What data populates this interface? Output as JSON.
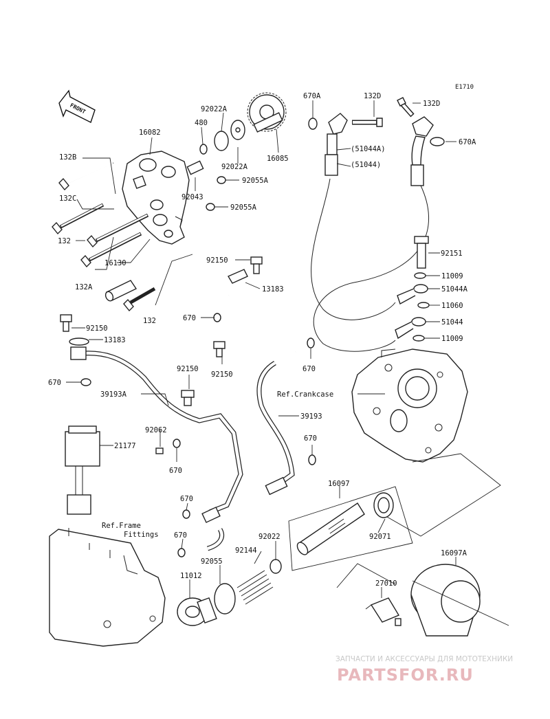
{
  "diagram_code": "E1710",
  "front_marker": "FRONT",
  "labels": {
    "p670A_top": "670A",
    "p132D_a": "132D",
    "p132D_b": "132D",
    "p670A_r": "670A",
    "p92022A_top": "92022A",
    "p16082": "16082",
    "p480": "480",
    "p92022A_b": "92022A",
    "p16085": "16085",
    "p51044A_paren": "(51044A)",
    "p51044_paren": "(51044)",
    "p132B": "132B",
    "p92043": "92043",
    "p92055A_a": "92055A",
    "p132C": "132C",
    "p92055A_b": "92055A",
    "p132": "132",
    "p92151": "92151",
    "p92150_a": "92150",
    "p16130": "16130",
    "p11009_a": "11009",
    "p13183_a": "13183",
    "p51044A": "51044A",
    "p132A": "132A",
    "p11060": "11060",
    "p132_b": "132",
    "p670_a": "670",
    "p51044": "51044",
    "p92150_b": "92150",
    "p11009_b": "11009",
    "p13183_b": "13183",
    "p670_b": "670",
    "p92150_c": "92150",
    "p670_c": "670",
    "p92150_d": "92150",
    "p39193A": "39193A",
    "p39193": "39193",
    "p92062": "92062",
    "p21177": "21177",
    "p670_d": "670",
    "p670_e": "670",
    "p670_f": "670",
    "p16097": "16097",
    "p92071": "92071",
    "p670_g": "670",
    "p92022": "92022",
    "p92144": "92144",
    "p16097A": "16097A",
    "p92055": "92055",
    "p11012": "11012",
    "p27010": "27010"
  },
  "refs": {
    "crankcase": "Ref.Crankcase",
    "frame_line1": "Ref.Frame",
    "frame_line2": "Fittings"
  },
  "watermark": {
    "top": "ЗАПЧАСТИ И АКСЕССУАРЫ ДЛЯ МОТОТЕХНИКИ",
    "brand": "PARTSFOR.RU",
    "color": "#e8b8bc"
  }
}
